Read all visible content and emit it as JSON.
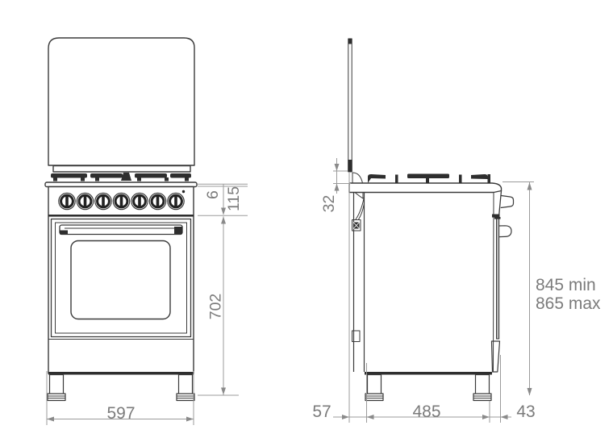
{
  "drawing": {
    "type": "appliance-dimension-diagram",
    "subject": "freestanding cooker with open lid, front and side elevation",
    "dimensions": {
      "hob_edge_height": "6",
      "control_panel_height": "115",
      "oven_body_height": "702",
      "overall_width": "597",
      "pan_support_height": "32",
      "overall_height_min": "845 min",
      "overall_height_max": "865 max",
      "rear_clearance": "57",
      "feet_depth": "485",
      "front_overhang": "43"
    },
    "colors": {
      "outline": "#3a3a3a",
      "dimension_lines": "#9b9b9b",
      "labels": "#7b7b7b",
      "background": "#ffffff"
    }
  }
}
